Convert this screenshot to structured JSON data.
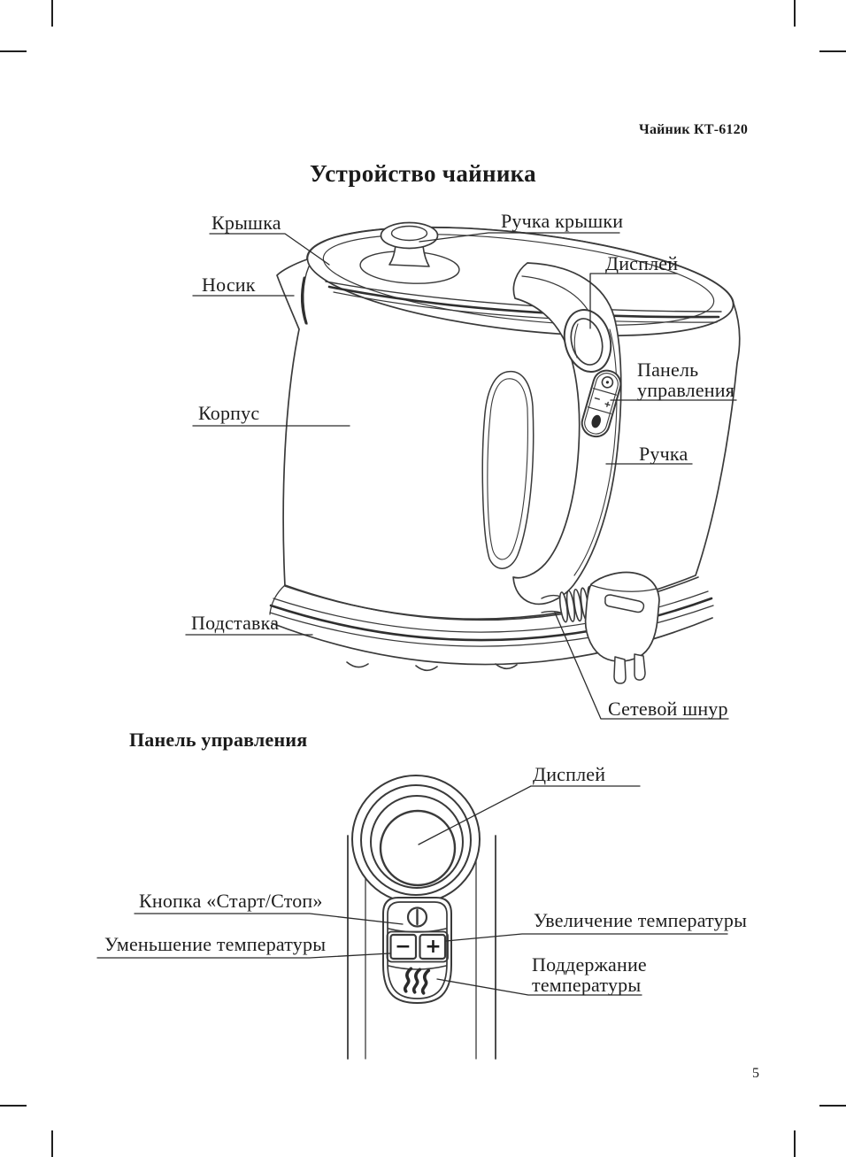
{
  "page": {
    "header": "Чайник КТ-6120",
    "title": "Устройство чайника",
    "page_number": "5"
  },
  "kettle_diagram": {
    "labels": {
      "lid": "Крышка",
      "spout": "Носик",
      "body": "Корпус",
      "base": "Подставка",
      "lid_handle": "Ручка крышки",
      "display": "Дисплей",
      "panel_line1": "Панель",
      "panel_line2": "управления",
      "handle": "Ручка",
      "cord": "Сетевой шнур"
    },
    "icons": {
      "kettle_drawing": "kettle-line-art",
      "plug": "power-plug-icon"
    }
  },
  "panel_diagram": {
    "heading": "Панель управления",
    "labels": {
      "display": "Дисплей",
      "start_stop": "Кнопка «Старт/Стоп»",
      "temp_down": "Уменьшение температуры",
      "temp_up": "Увеличение температуры",
      "keep_line1": "Поддержание",
      "keep_line2": "температуры"
    },
    "glyphs": {
      "minus": "−",
      "plus": "+"
    },
    "icons": {
      "power": "power-icon",
      "keep_warm": "steam-icon"
    }
  },
  "colors": {
    "ink": "#1d1d1d",
    "line_art": "#3a3a3a",
    "background": "#ffffff"
  }
}
